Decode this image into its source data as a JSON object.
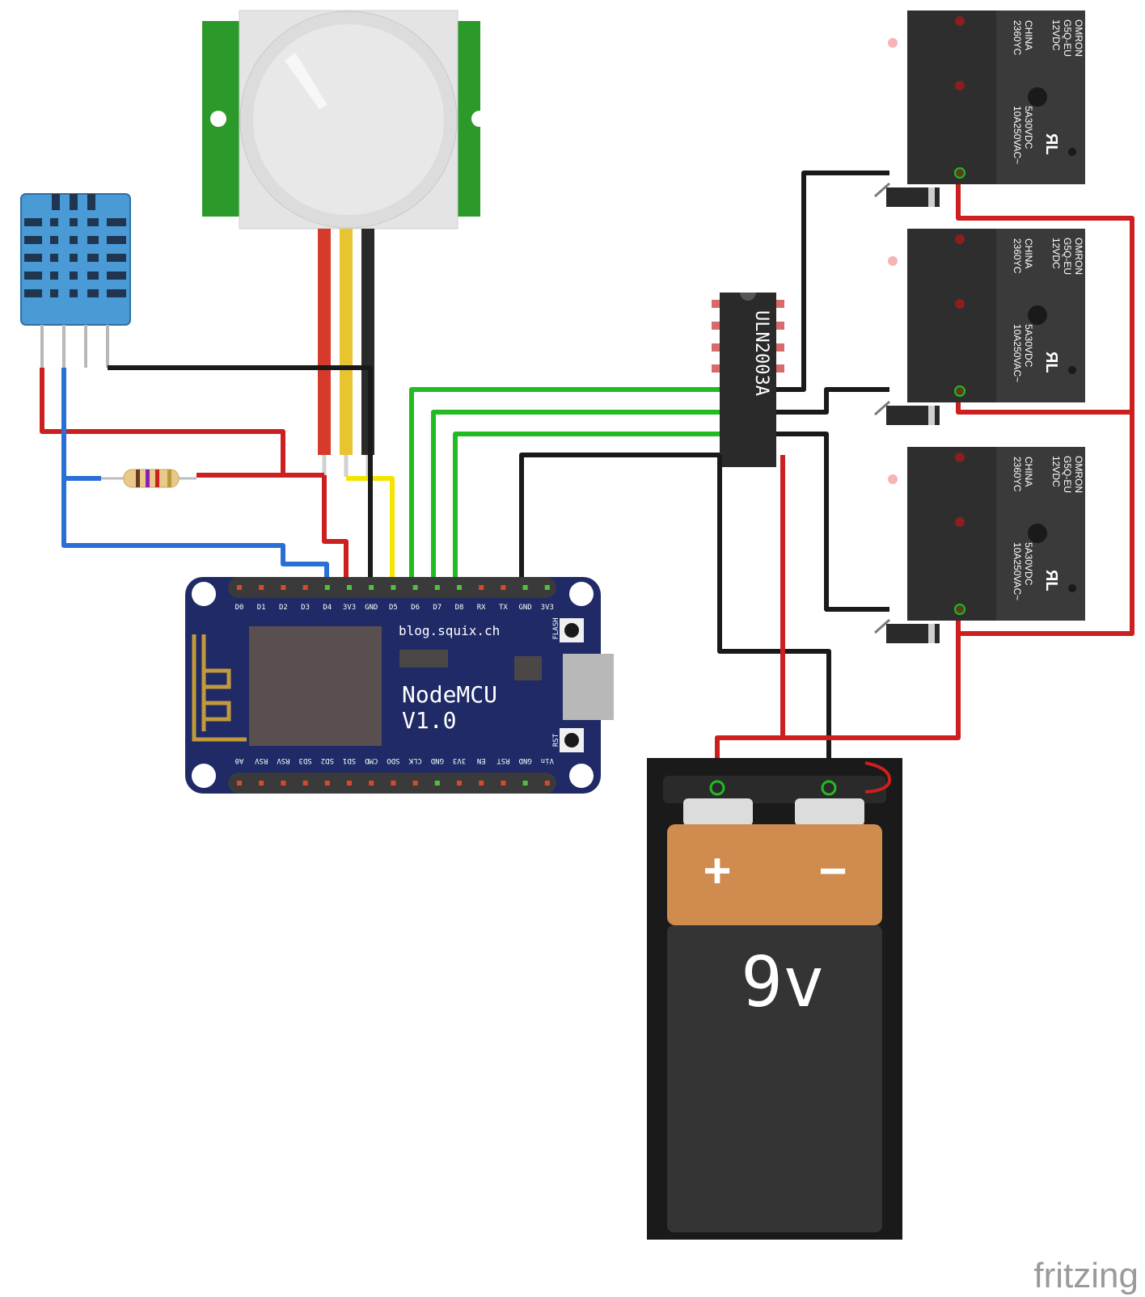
{
  "pins_top": [
    "D0",
    "D1",
    "D2",
    "D3",
    "D4",
    "3V3",
    "GND",
    "D5",
    "D6",
    "D7",
    "D8",
    "RX",
    "TX",
    "GND",
    "3V3"
  ],
  "pins_bottom": [
    "A0",
    "RSV",
    "RSV",
    "SD3",
    "SD2",
    "SD1",
    "CMD",
    "SDO",
    "CLK",
    "GND",
    "3V3",
    "EN",
    "RST",
    "GND",
    "Vin"
  ],
  "board": {
    "url": "blog.squix.ch",
    "name_line1": "NodeMCU",
    "name_line2": "V1.0",
    "flash_label": "FLASH",
    "rst_label": "RST"
  },
  "ic": {
    "label": "ULN2003A"
  },
  "relay": {
    "line1": "OMRON",
    "line2": "G5Q-EU",
    "line3": "12VDC",
    "line4": "CHINA",
    "line5": "2360YC",
    "line6": "5A30VDC",
    "line7": "10A250VAC~",
    "mark": "ЯL"
  },
  "battery": {
    "label": "9v",
    "plus": "+",
    "minus": "−"
  },
  "watermark": "fritzing",
  "colors": {
    "wire_red": "#cc1f1f",
    "wire_black": "#1a1a1a",
    "wire_green": "#22bb22",
    "wire_blue": "#2a6fd6",
    "wire_yellow": "#f2e600",
    "board_blue": "#1f2a66",
    "pcb_green": "#2b9a2b",
    "relay_body": "#2e2e2e",
    "battery_copper": "#d08b4e"
  }
}
